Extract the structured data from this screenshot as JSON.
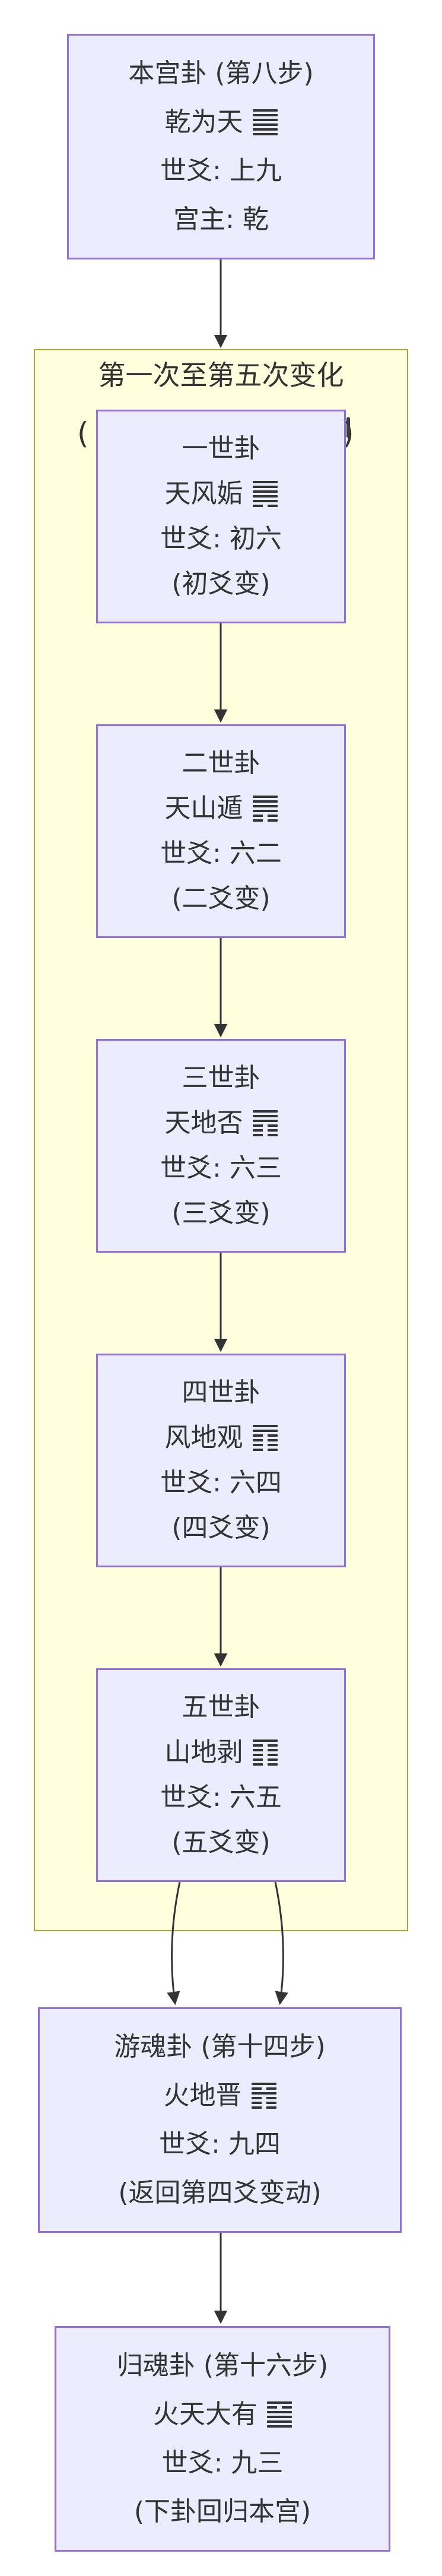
{
  "colors": {
    "node_fill": "#ECECFF",
    "node_border": "#9370DB",
    "cluster_fill": "#FFFFDE",
    "cluster_border": "#AAAA33",
    "arrow": "#333333",
    "text": "#333333",
    "background": "#FFFFFF"
  },
  "subgraph": {
    "title": "第一次至第五次变化",
    "paren_left": "(",
    "paren_right": ")"
  },
  "nodes": [
    {
      "id": "bengong",
      "line1": "本宫卦 (第八步)",
      "line2": "乾为天",
      "hexagram": [
        1,
        1,
        1,
        1,
        1,
        1
      ],
      "line3": "世爻: 上九",
      "line4": "宫主: 乾"
    },
    {
      "id": "yishi",
      "line1": "一世卦",
      "line2": "天风姤",
      "hexagram": [
        1,
        1,
        1,
        1,
        1,
        0
      ],
      "line3": "世爻: 初六",
      "line4": "(初爻变)"
    },
    {
      "id": "ershi",
      "line1": "二世卦",
      "line2": "天山遁",
      "hexagram": [
        1,
        1,
        1,
        1,
        0,
        0
      ],
      "line3": "世爻: 六二",
      "line4": "(二爻变)"
    },
    {
      "id": "sanshi",
      "line1": "三世卦",
      "line2": "天地否",
      "hexagram": [
        1,
        1,
        1,
        0,
        0,
        0
      ],
      "line3": "世爻: 六三",
      "line4": "(三爻变)"
    },
    {
      "id": "sishi",
      "line1": "四世卦",
      "line2": "风地观",
      "hexagram": [
        1,
        1,
        0,
        0,
        0,
        0
      ],
      "line3": "世爻: 六四",
      "line4": "(四爻变)"
    },
    {
      "id": "wushi",
      "line1": "五世卦",
      "line2": "山地剥",
      "hexagram": [
        1,
        0,
        0,
        0,
        0,
        0
      ],
      "line3": "世爻: 六五",
      "line4": "(五爻变)"
    },
    {
      "id": "youhun",
      "line1": "游魂卦 (第十四步)",
      "line2": "火地晋",
      "hexagram": [
        1,
        0,
        1,
        0,
        0,
        0
      ],
      "line3": "世爻: 九四",
      "line4": "(返回第四爻变动)"
    },
    {
      "id": "guihun",
      "line1": "归魂卦 (第十六步)",
      "line2": "火天大有",
      "hexagram": [
        1,
        0,
        1,
        1,
        1,
        1
      ],
      "line3": "世爻: 九三",
      "line4": "(下卦回归本宫)"
    }
  ]
}
